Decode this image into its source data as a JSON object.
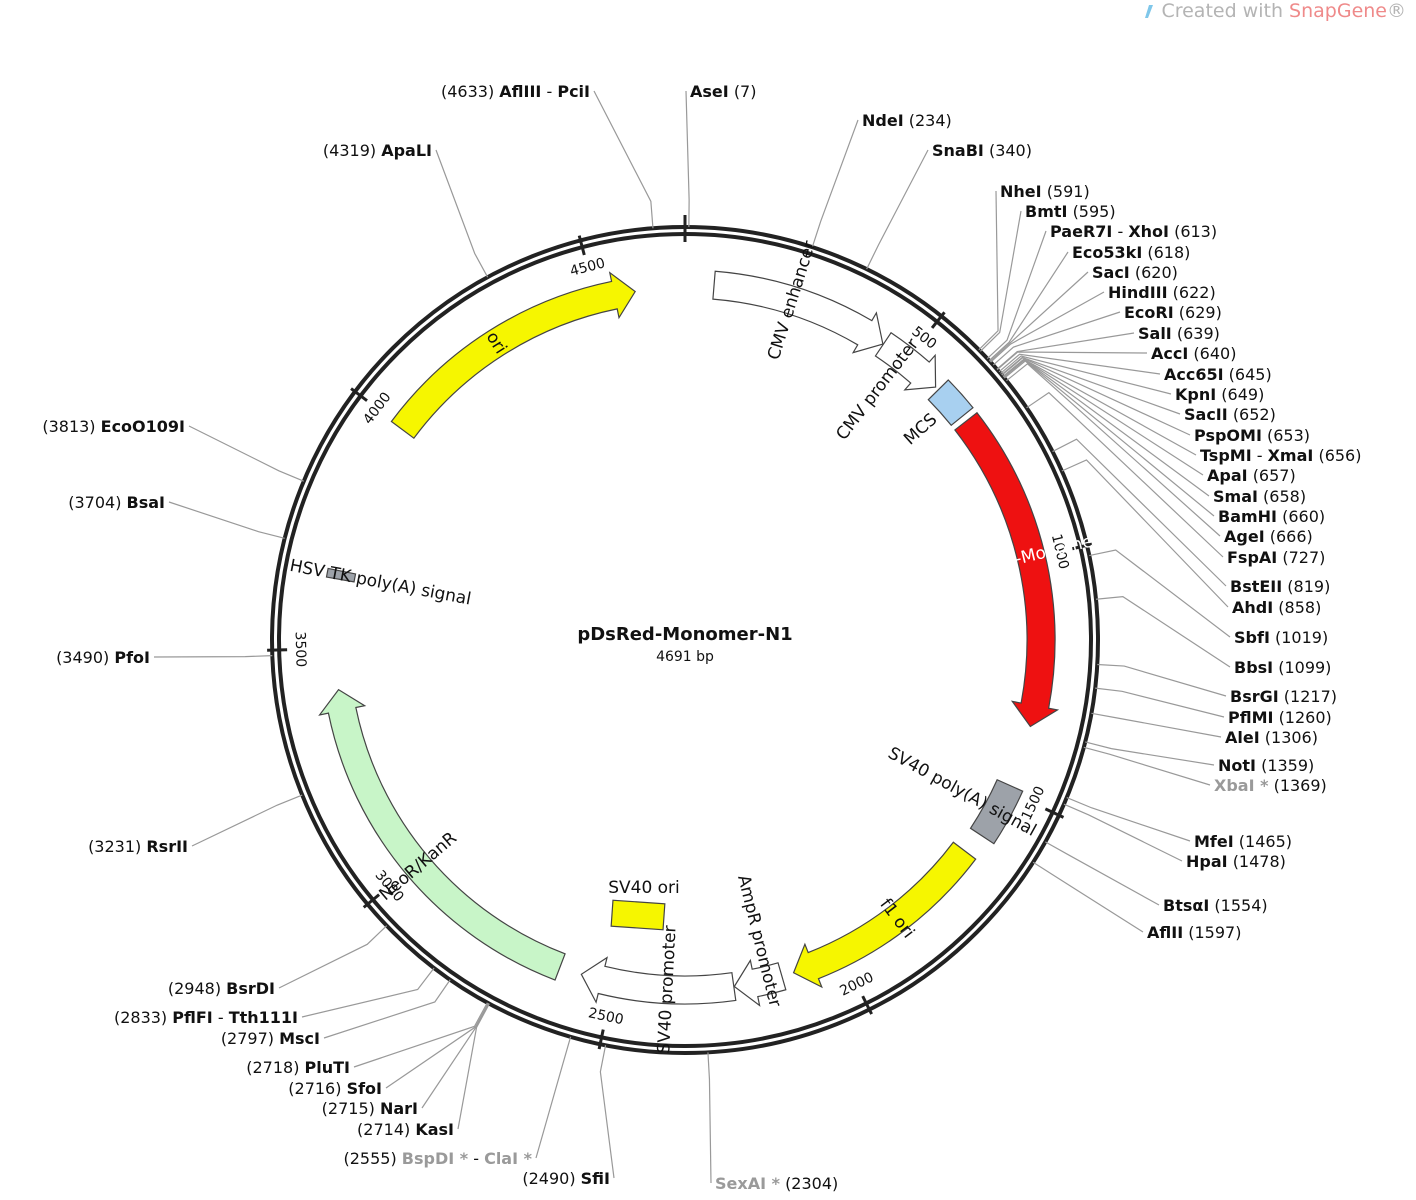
{
  "watermark": {
    "prefix": "Created with ",
    "brand": "SnapGene",
    "suffix": "®"
  },
  "plasmid": {
    "name": "pDsRed-Monomer-N1",
    "size_label": "4691 bp",
    "length": 4691
  },
  "ticks": [
    {
      "pos": 500,
      "label": "500"
    },
    {
      "pos": 1000,
      "label": "1000"
    },
    {
      "pos": 1500,
      "label": "1500"
    },
    {
      "pos": 2000,
      "label": "2000"
    },
    {
      "pos": 2500,
      "label": "2500"
    },
    {
      "pos": 3000,
      "label": "3000"
    },
    {
      "pos": 3500,
      "label": "3500"
    },
    {
      "pos": 4000,
      "label": "4000"
    },
    {
      "pos": 4500,
      "label": "4500"
    }
  ],
  "features": [
    {
      "name": "CMV enhancer",
      "start": 61,
      "end": 440,
      "color": "#ffffff",
      "arrow": true
    },
    {
      "name": "CMV promoter",
      "start": 441,
      "end": 583,
      "color": "#ffffff",
      "arrow": true
    },
    {
      "name": "MCS",
      "start": 591,
      "end": 666,
      "color": "#a8d0f0",
      "arrow": false
    },
    {
      "name": "DsRed-Monomer",
      "start": 679,
      "end": 1356,
      "color": "#ee1111",
      "arrow": true
    },
    {
      "name": "SV40 poly(A) signal",
      "start": 1487,
      "end": 1608,
      "color": "#9da2a9",
      "arrow": false
    },
    {
      "name": "f1 ori",
      "start": 1655,
      "end": 2110,
      "color": "#f6f600",
      "arrow": true
    },
    {
      "name": "AmpR promoter",
      "start": 2136,
      "end": 2240,
      "color": "#ffffff",
      "arrow": true
    },
    {
      "name": "SV40 promoter",
      "start": 2241,
      "end": 2570,
      "color": "#ffffff",
      "arrow": true
    },
    {
      "name": "NeoR/KanR",
      "start": 2618,
      "end": 3412,
      "color": "#c8f5c8",
      "arrow": true
    },
    {
      "name": "HSV TK poly(A) signal",
      "start": 3648,
      "end": 3666,
      "color": "#9da2a9",
      "arrow": false
    },
    {
      "name": "ori",
      "start": 3996,
      "end": 4585,
      "color": "#f6f600",
      "arrow": true
    },
    {
      "name": "SV40 ori",
      "start": 2420,
      "end": 2480,
      "color": "#f6f600",
      "arrow": false
    }
  ],
  "sites": [
    {
      "name": "AseI",
      "pos": 7,
      "pos_label": "(7)",
      "side": "right",
      "grey": false
    },
    {
      "name": "NdeI",
      "pos": 234,
      "pos_label": "(234)",
      "side": "right",
      "grey": false
    },
    {
      "name": "SnaBI",
      "pos": 340,
      "pos_label": "(340)",
      "side": "right",
      "grey": false
    },
    {
      "name": "NheI",
      "pos": 591,
      "pos_label": "(591)",
      "side": "right",
      "grey": false
    },
    {
      "name": "BmtI",
      "pos": 595,
      "pos_label": "(595)",
      "side": "right",
      "grey": false
    },
    {
      "name": "PaeR7I",
      "name2": "XhoI",
      "pos": 613,
      "pos_label": "(613)",
      "side": "right",
      "grey": false
    },
    {
      "name": "Eco53kI",
      "pos": 618,
      "pos_label": "(618)",
      "side": "right",
      "grey": false
    },
    {
      "name": "SacI",
      "pos": 620,
      "pos_label": "(620)",
      "side": "right",
      "grey": false
    },
    {
      "name": "HindIII",
      "pos": 622,
      "pos_label": "(622)",
      "side": "right",
      "grey": false
    },
    {
      "name": "EcoRI",
      "pos": 629,
      "pos_label": "(629)",
      "side": "right",
      "grey": false
    },
    {
      "name": "SalI",
      "pos": 639,
      "pos_label": "(639)",
      "side": "right",
      "grey": false
    },
    {
      "name": "AccI",
      "pos": 640,
      "pos_label": "(640)",
      "side": "right",
      "grey": false
    },
    {
      "name": "Acc65I",
      "pos": 645,
      "pos_label": "(645)",
      "side": "right",
      "grey": false
    },
    {
      "name": "KpnI",
      "pos": 649,
      "pos_label": "(649)",
      "side": "right",
      "grey": false
    },
    {
      "name": "SacII",
      "pos": 652,
      "pos_label": "(652)",
      "side": "right",
      "grey": false
    },
    {
      "name": "PspOMI",
      "pos": 653,
      "pos_label": "(653)",
      "side": "right",
      "grey": false
    },
    {
      "name": "TspMI",
      "name2": "XmaI",
      "pos": 656,
      "pos_label": "(656)",
      "side": "right",
      "grey": false
    },
    {
      "name": "ApaI",
      "pos": 657,
      "pos_label": "(657)",
      "side": "right",
      "grey": false
    },
    {
      "name": "SmaI",
      "pos": 658,
      "pos_label": "(658)",
      "side": "right",
      "grey": false
    },
    {
      "name": "BamHI",
      "pos": 660,
      "pos_label": "(660)",
      "side": "right",
      "grey": false
    },
    {
      "name": "AgeI",
      "pos": 666,
      "pos_label": "(666)",
      "side": "right",
      "grey": false
    },
    {
      "name": "FspAI",
      "pos": 727,
      "pos_label": "(727)",
      "side": "right",
      "grey": false
    },
    {
      "name": "BstEII",
      "pos": 819,
      "pos_label": "(819)",
      "side": "right",
      "grey": false
    },
    {
      "name": "AhdI",
      "pos": 858,
      "pos_label": "(858)",
      "side": "right",
      "grey": false
    },
    {
      "name": "SbfI",
      "pos": 1019,
      "pos_label": "(1019)",
      "side": "right",
      "grey": false
    },
    {
      "name": "BbsI",
      "pos": 1099,
      "pos_label": "(1099)",
      "side": "right",
      "grey": false
    },
    {
      "name": "BsrGI",
      "pos": 1217,
      "pos_label": "(1217)",
      "side": "right",
      "grey": false
    },
    {
      "name": "PflMI",
      "pos": 1260,
      "pos_label": "(1260)",
      "side": "right",
      "grey": false
    },
    {
      "name": "AleI",
      "pos": 1306,
      "pos_label": "(1306)",
      "side": "right",
      "grey": false
    },
    {
      "name": "NotI",
      "pos": 1359,
      "pos_label": "(1359)",
      "side": "right",
      "grey": false
    },
    {
      "name": "XbaI *",
      "pos": 1369,
      "pos_label": "(1369)",
      "side": "right",
      "grey": true
    },
    {
      "name": "MfeI",
      "pos": 1465,
      "pos_label": "(1465)",
      "side": "right",
      "grey": false
    },
    {
      "name": "HpaI",
      "pos": 1478,
      "pos_label": "(1478)",
      "side": "right",
      "grey": false
    },
    {
      "name": "BtsαI",
      "pos": 1554,
      "pos_label": "(1554)",
      "side": "right",
      "grey": false
    },
    {
      "name": "AflII",
      "pos": 1597,
      "pos_label": "(1597)",
      "side": "right",
      "grey": false
    },
    {
      "name": "SexAI *",
      "pos": 2304,
      "pos_label": "(2304)",
      "side": "right",
      "grey": true
    },
    {
      "name": "SfiI",
      "pos": 2490,
      "pos_label": "(2490)",
      "side": "left",
      "grey": false
    },
    {
      "name": "BspDI *",
      "name2": "ClaI *",
      "pos": 2555,
      "pos_label": "(2555)",
      "side": "left",
      "grey": true
    },
    {
      "name": "KasI",
      "pos": 2714,
      "pos_label": "(2714)",
      "side": "left",
      "grey": false
    },
    {
      "name": "NarI",
      "pos": 2715,
      "pos_label": "(2715)",
      "side": "left",
      "grey": false
    },
    {
      "name": "SfoI",
      "pos": 2716,
      "pos_label": "(2716)",
      "side": "left",
      "grey": false
    },
    {
      "name": "PluTI",
      "pos": 2718,
      "pos_label": "(2718)",
      "side": "left",
      "grey": false
    },
    {
      "name": "MscI",
      "pos": 2797,
      "pos_label": "(2797)",
      "side": "left",
      "grey": false
    },
    {
      "name": "PflFI",
      "name2": "Tth111I",
      "pos": 2833,
      "pos_label": "(2833)",
      "side": "left",
      "grey": false
    },
    {
      "name": "BsrDI",
      "pos": 2948,
      "pos_label": "(2948)",
      "side": "left",
      "grey": false
    },
    {
      "name": "RsrII",
      "pos": 3231,
      "pos_label": "(3231)",
      "side": "left",
      "grey": false
    },
    {
      "name": "PfoI",
      "pos": 3490,
      "pos_label": "(3490)",
      "side": "left",
      "grey": false
    },
    {
      "name": "BsaI",
      "pos": 3704,
      "pos_label": "(3704)",
      "side": "left",
      "grey": false
    },
    {
      "name": "EcoO109I",
      "pos": 3813,
      "pos_label": "(3813)",
      "side": "left",
      "grey": false
    },
    {
      "name": "ApaLI",
      "pos": 4319,
      "pos_label": "(4319)",
      "side": "left",
      "grey": false
    },
    {
      "name": "AflIII",
      "name2": "PciI",
      "pos": 4633,
      "pos_label": "(4633)",
      "side": "left",
      "grey": false
    }
  ]
}
